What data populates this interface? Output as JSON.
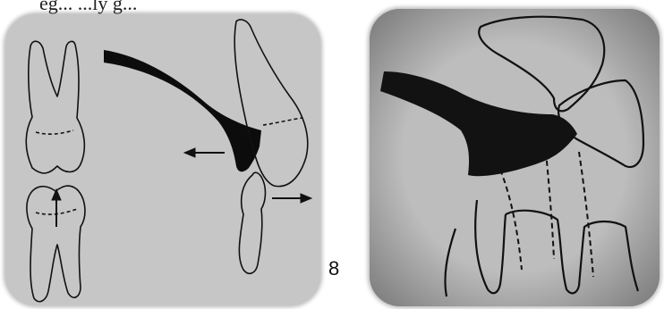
{
  "caption_fragment": "eg... ...ly g...",
  "figure_number": "8",
  "colors": {
    "left_panel_bg": "#c6c6c6",
    "right_panel_bg": "#a9a9a9",
    "ink": "#111111"
  },
  "panels": [
    {
      "name": "left-panel",
      "kind": "line-drawing",
      "icons": [
        "tooth-outline",
        "clasp-arm",
        "force-arrow"
      ]
    },
    {
      "name": "right-panel",
      "kind": "photo-of-sketch",
      "icons": [
        "tooth-outline",
        "clasp-arm",
        "hidden-root-outline"
      ]
    }
  ]
}
